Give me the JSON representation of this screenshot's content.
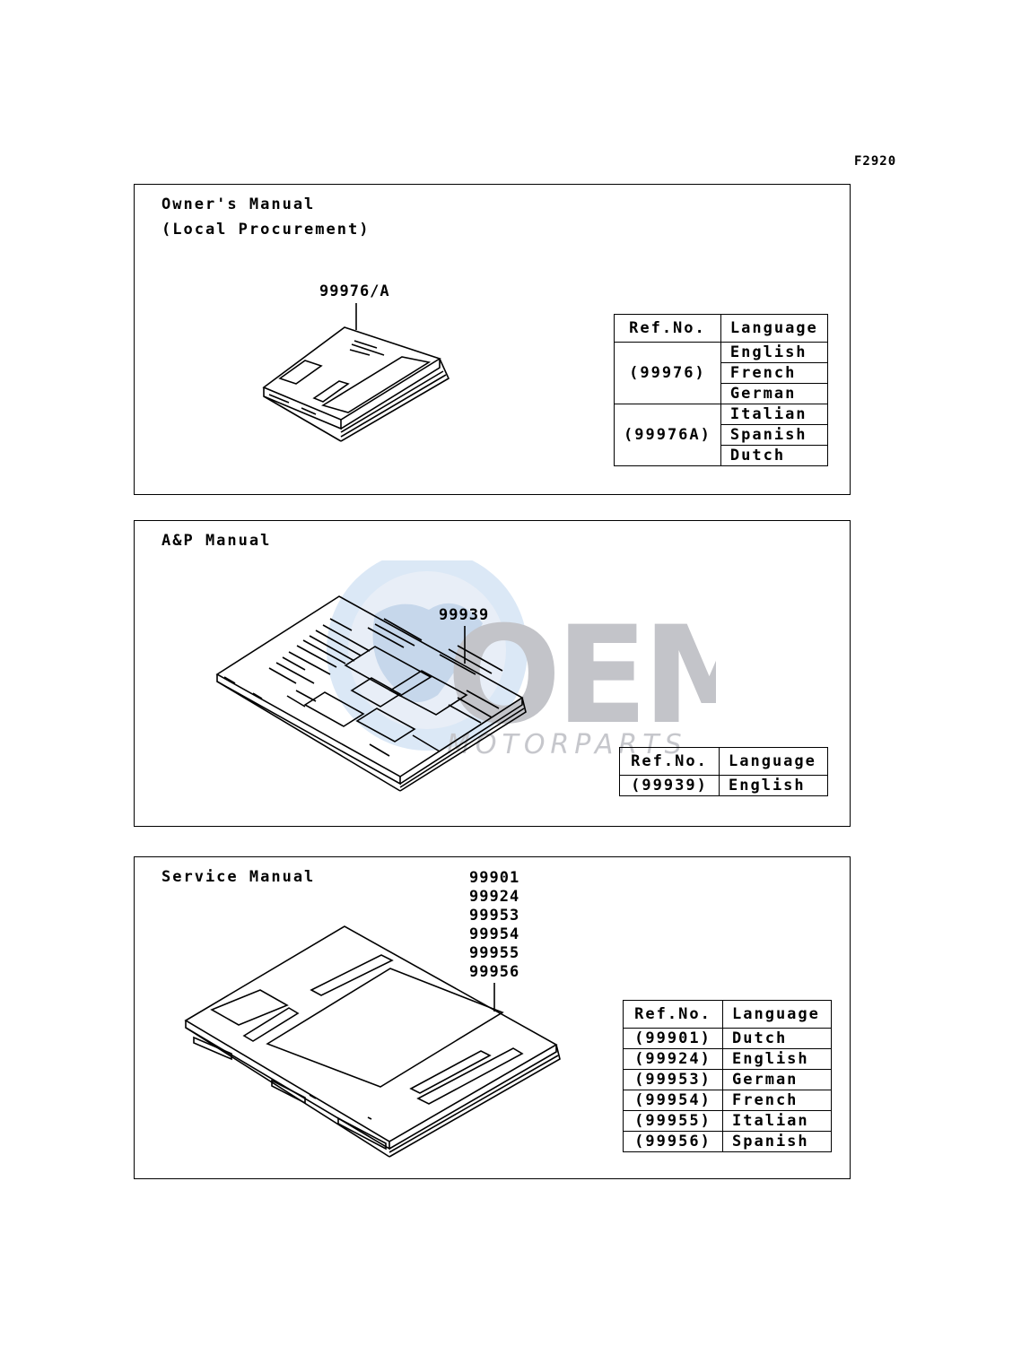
{
  "figure_code": "F2920",
  "watermark": {
    "logo_text": "OEM",
    "sub_text": "MOTORPARTS",
    "color_logo": "#bfc0c6",
    "color_globe": "#b9d3ec"
  },
  "owners_manual": {
    "title_line1": "Owner's Manual",
    "title_line2": "(Local Procurement)",
    "callout": "99976/A",
    "table": {
      "header_ref": "Ref.No.",
      "header_lang": "Language",
      "groups": [
        {
          "ref": "(99976)",
          "languages": [
            "English",
            "French",
            "German"
          ]
        },
        {
          "ref": "(99976A)",
          "languages": [
            "Italian",
            "Spanish",
            "Dutch"
          ]
        }
      ]
    }
  },
  "ap_manual": {
    "title": "A&P Manual",
    "callout": "99939",
    "table": {
      "header_ref": "Ref.No.",
      "header_lang": "Language",
      "rows": [
        {
          "ref": "(99939)",
          "language": "English"
        }
      ]
    }
  },
  "service_manual": {
    "title": "Service Manual",
    "callouts": [
      "99901",
      "99924",
      "99953",
      "99954",
      "99955",
      "99956"
    ],
    "table": {
      "header_ref": "Ref.No.",
      "header_lang": "Language",
      "rows": [
        {
          "ref": "(99901)",
          "language": "Dutch"
        },
        {
          "ref": "(99924)",
          "language": "English"
        },
        {
          "ref": "(99953)",
          "language": "German"
        },
        {
          "ref": "(99954)",
          "language": "French"
        },
        {
          "ref": "(99955)",
          "language": "Italian"
        },
        {
          "ref": "(99956)",
          "language": "Spanish"
        }
      ]
    }
  }
}
